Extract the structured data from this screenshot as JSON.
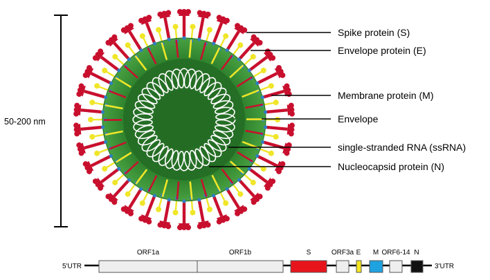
{
  "scale_bar": {
    "label": "50-200 nm"
  },
  "virion": {
    "labels": {
      "spike": "Spike protein (S)",
      "envelope_protein": "Envelope protein (E)",
      "membrane": "Membrane protein (M)",
      "envelope": "Envelope",
      "rna": "single-stranded RNA (ssRNA)",
      "nucleocapsid": "Nucleocapsid protein (N)"
    },
    "colors": {
      "spike": "#c8102e",
      "envelope_protein": "#f0e629",
      "membrane": "#2f7fc1",
      "envelope": "#2e8b2e",
      "envelope_dark": "#1f6b1f",
      "interior": "#246b24",
      "rna": "#ffffff",
      "label_line": "#000000"
    }
  },
  "genome": {
    "utr5": "5'UTR",
    "utr3": "3'UTR",
    "genes": [
      {
        "label": "ORF1a",
        "color": "#eeeeee"
      },
      {
        "label": "ORF1b",
        "color": "#eeeeee"
      },
      {
        "label": "S",
        "color": "#e8141b"
      },
      {
        "label": "ORF3a",
        "color": "#eeeeee"
      },
      {
        "label": "E",
        "color": "#f5e620"
      },
      {
        "label": "M",
        "color": "#1fa3e0"
      },
      {
        "label": "ORF6-14",
        "color": "#eeeeee"
      },
      {
        "label": "N",
        "color": "#111111"
      }
    ]
  }
}
